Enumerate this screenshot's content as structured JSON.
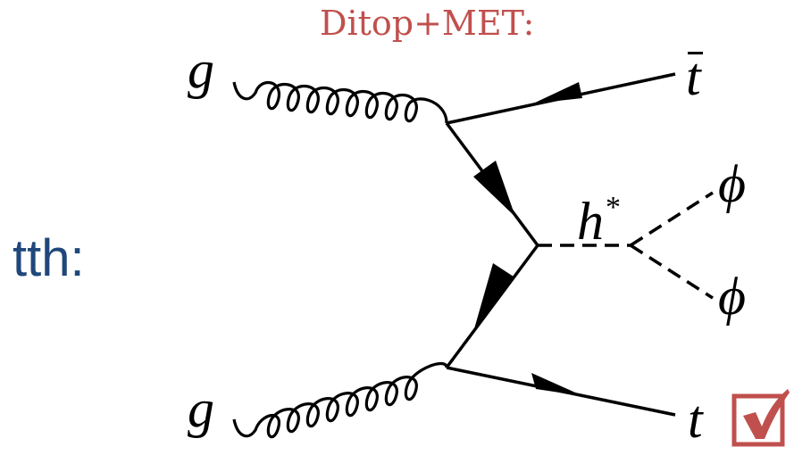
{
  "diagram": {
    "title": "Ditop+MET:",
    "process_label": "tth:",
    "particles": {
      "gluon_top": "g",
      "gluon_bottom": "g",
      "antitop": "t",
      "top": "t",
      "higgs": "h",
      "higgs_sup": "*",
      "phi_top": "ϕ",
      "phi_bottom": "ϕ"
    },
    "checkbox": {
      "state": "checked",
      "color": "#c0504d"
    },
    "colors": {
      "title": "#c0504d",
      "process_label": "#1f477a",
      "lines": "#000000"
    }
  }
}
